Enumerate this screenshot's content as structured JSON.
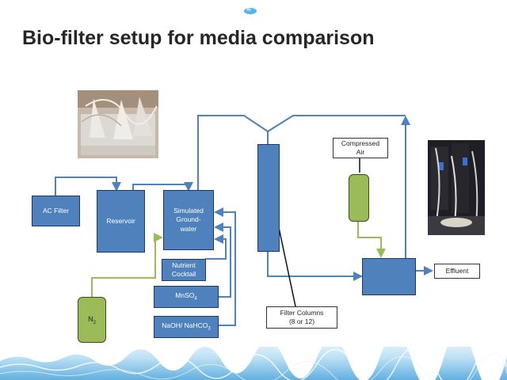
{
  "slide": {
    "title": "Bio-filter setup for media comparison"
  },
  "boxes": {
    "ac_filter": "AC Filter",
    "reservoir": "Reservoir",
    "simulated_groundwater": [
      "Simulated",
      "Ground-",
      "water"
    ],
    "nutrient_cocktail": [
      "Nutrient",
      "Cocktail"
    ],
    "mnso4": {
      "base": "MnSO",
      "sub": "4"
    },
    "naoh": {
      "base": "NaOH/ NaHCO",
      "sub": "3"
    },
    "compressed_air": [
      "Compressed",
      "Air"
    ],
    "effluent": "Effluent",
    "filter_columns_label": [
      "Filter Columns",
      "(8 or 12)"
    ],
    "n2": {
      "base": "N",
      "sub": "2"
    }
  },
  "colors": {
    "box_fill": "#4f81bd",
    "box_border": "#1f3864",
    "blue_line": "#4f81bd",
    "green_fill": "#9bbb59",
    "green_line": "#9bbb59",
    "title_text": "#262626"
  }
}
